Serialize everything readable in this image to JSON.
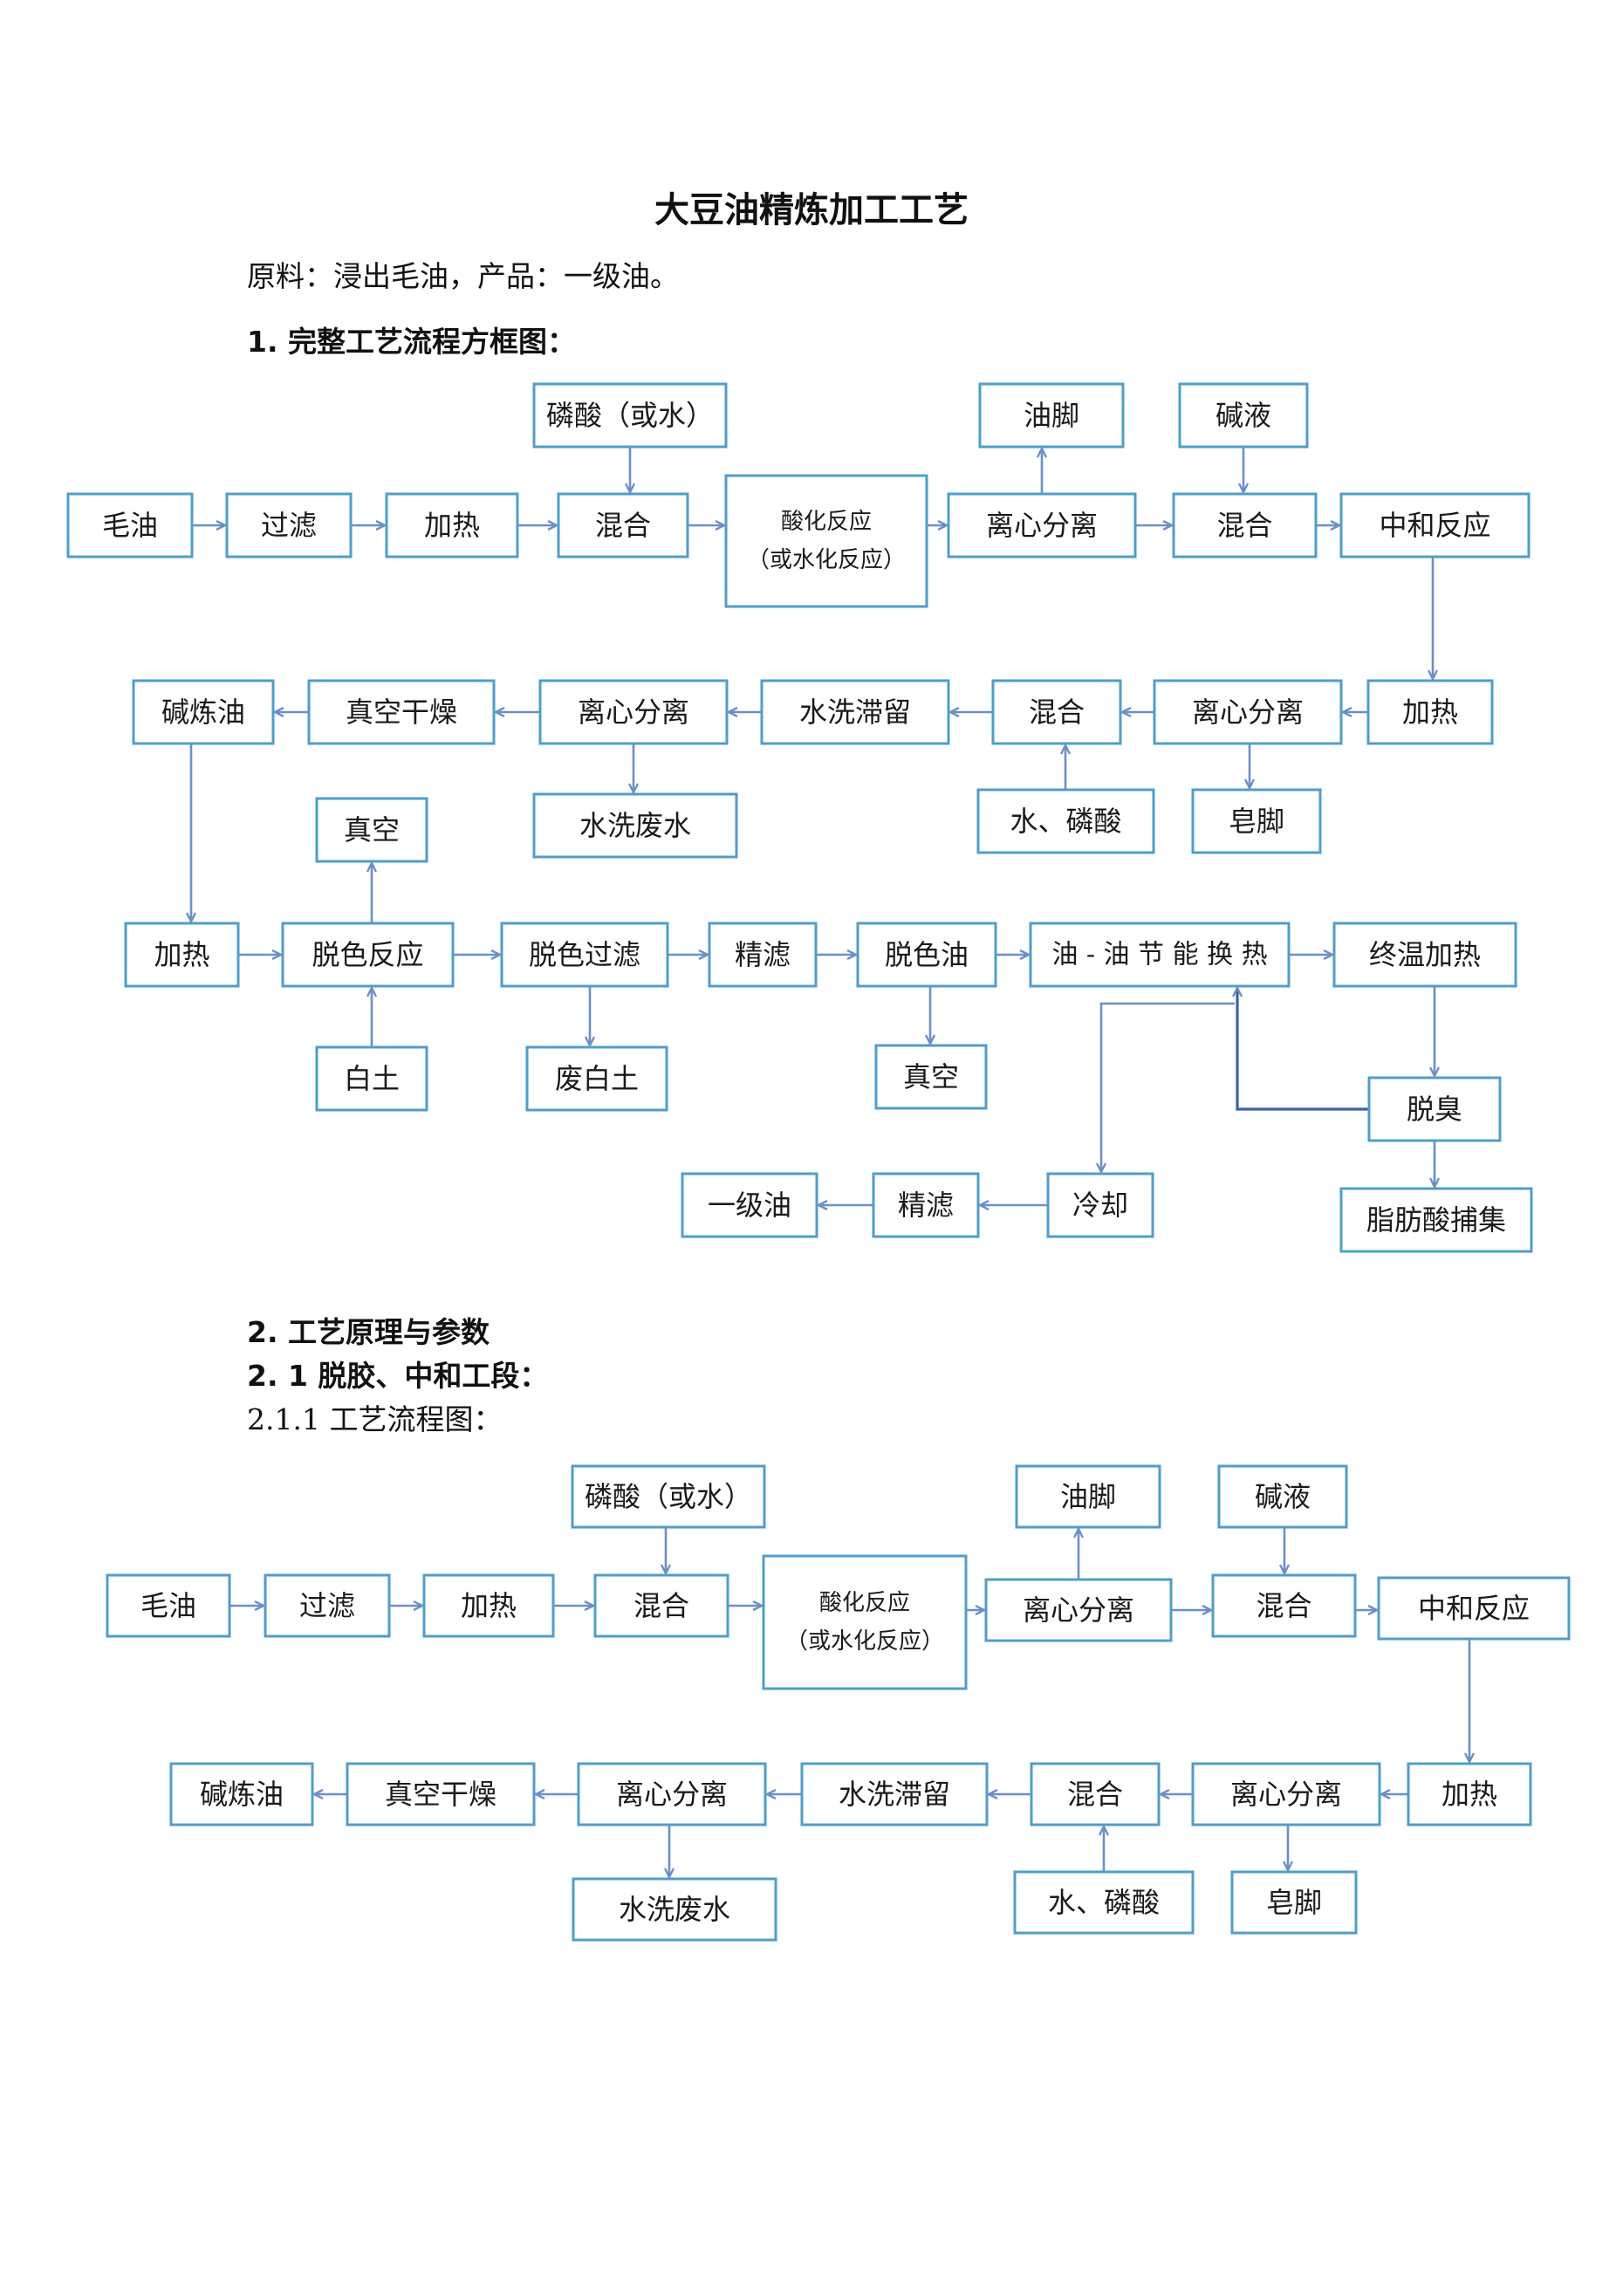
{
  "document": {
    "title": "大豆油精炼加工工艺",
    "intro": "原料：浸出毛油，产品：一级油。",
    "section1_heading": "1.  完整工艺流程方框图：",
    "section2_heading": "2. 工艺原理与参数",
    "section21_heading": "2. 1 脱胶、中和工段：",
    "section211_heading": "2.1.1 工艺流程图："
  },
  "flow1": {
    "n_maoyou": "毛油",
    "n_guolv": "过滤",
    "n_jiare1": "加热",
    "n_linsuan1": "磷酸（或水）",
    "n_hunhe1": "混合",
    "n_suanhua_1": "酸化反应",
    "n_suanhua_2": "（或水化反应）",
    "n_youjiao": "油脚",
    "n_lixin1": "离心分离",
    "n_jianye": "碱液",
    "n_hunhe2": "混合",
    "n_zhonghe": "中和反应",
    "n_jiare2": "加热",
    "n_lixin2": "离心分离",
    "n_zaojiao": "皂脚",
    "n_hunhe3": "混合",
    "n_shui_linsuan": "水、磷酸",
    "n_shuixi": "水洗滞留",
    "n_lixin3": "离心分离",
    "n_shuixi_feishui": "水洗废水",
    "n_zhenkong_ganzao": "真空干燥",
    "n_jianlianyou": "碱炼油",
    "n_jiare3": "加热",
    "n_tuose_fanying": "脱色反应",
    "n_zhenkong1": "真空",
    "n_baitu": "白土",
    "n_tuose_guolv": "脱色过滤",
    "n_fei_baitu": "废白土",
    "n_jinglv1": "精滤",
    "n_tuoseyou": "脱色油",
    "n_zhenkong2": "真空",
    "n_huanre": "油 - 油 节 能 换 热",
    "n_zhongwen": "终温加热",
    "n_tuochou": "脱臭",
    "n_zhifangsuan": "脂肪酸捕集",
    "n_lengque": "冷却",
    "n_jinglv2": "精滤",
    "n_yijiyou": "一级油"
  },
  "flow2": {
    "n_maoyou": "毛油",
    "n_guolv": "过滤",
    "n_jiare1": "加热",
    "n_linsuan1": "磷酸（或水）",
    "n_hunhe1": "混合",
    "n_suanhua_1": "酸化反应",
    "n_suanhua_2": "（或水化反应）",
    "n_youjiao": "油脚",
    "n_lixin1": "离心分离",
    "n_jianye": "碱液",
    "n_hunhe2": "混合",
    "n_zhonghe": "中和反应",
    "n_jiare2": "加热",
    "n_lixin2": "离心分离",
    "n_zaojiao": "皂脚",
    "n_hunhe3": "混合",
    "n_shui_linsuan": "水、磷酸",
    "n_shuixi": "水洗滞留",
    "n_lixin3": "离心分离",
    "n_shuixi_feishui": "水洗废水",
    "n_zhenkong_ganzao": "真空干燥",
    "n_jianlianyou": "碱炼油"
  },
  "colors": {
    "box_border": "#4f9ec9",
    "arrow": "#6c8fc8"
  }
}
